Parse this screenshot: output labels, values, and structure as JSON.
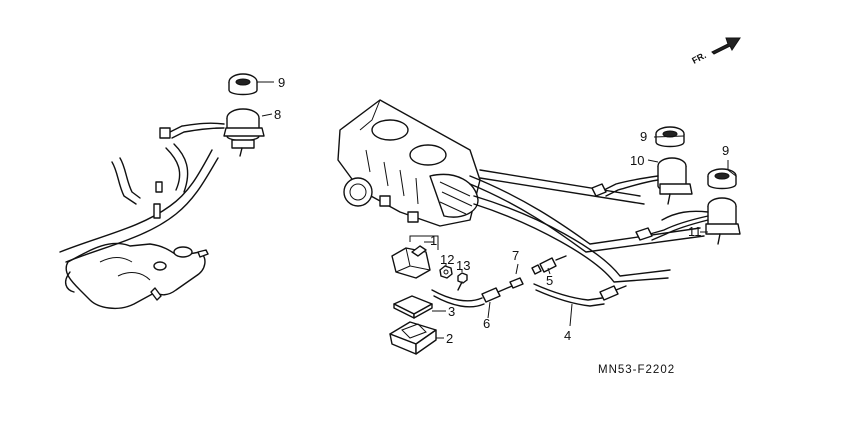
{
  "diagram": {
    "code": "MN53-F2202",
    "direction_label": "FR.",
    "direction_icon": "arrow-icon",
    "callouts": {
      "c1": "1",
      "c2": "2",
      "c3": "3",
      "c4": "4",
      "c5": "5",
      "c6": "6",
      "c7": "7",
      "c8": "8",
      "c9a": "9",
      "c9b": "9",
      "c9c": "9",
      "c10": "10",
      "c11": "11",
      "c12": "12",
      "c13": "13"
    }
  }
}
